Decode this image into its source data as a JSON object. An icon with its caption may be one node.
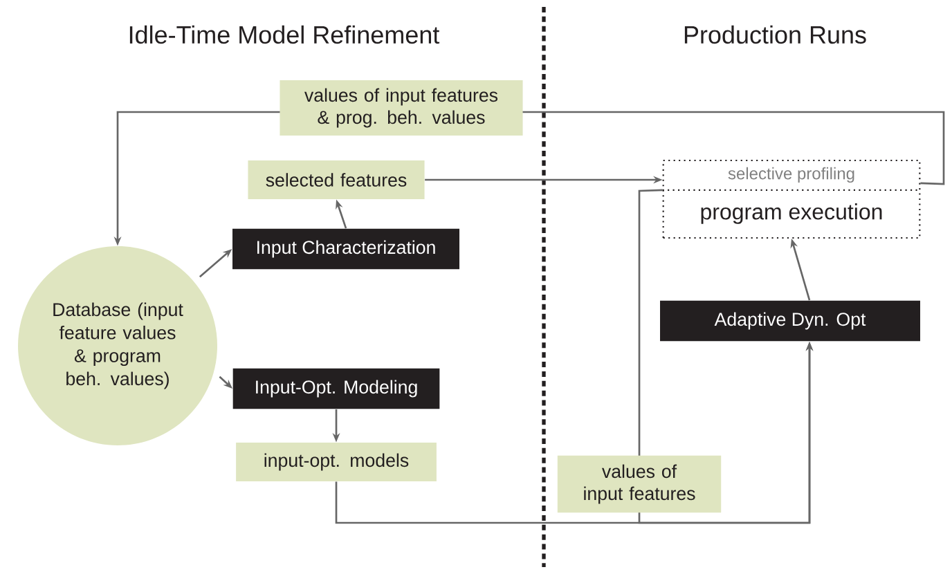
{
  "diagram": {
    "nodes": [
      {
        "text": [
          "selected features"
        ]
      },
      {
        "text": [
          "Input Characterization"
        ]
      },
      {
        "text": [
          "Database (input feature values & program beh. values)"
        ]
      },
      {
        "text": [
          "Input-Opt. Modeling"
        ]
      },
      {
        "text": [
          "input-opt. models"
        ]
      },
      {
        "text": [
          "selective profiling",
          "program execution"
        ]
      },
      {
        "text": [
          "Adaptive Dyn. Opt"
        ]
      }
    ],
    "edges": [
      {
        "from": 5,
        "to": 2,
        "arrow": "to",
        "label": "values of input features & prog. beh. values"
      },
      {
        "from": 0,
        "to": 5,
        "arrow": "to"
      },
      {
        "from": 1,
        "to": 0,
        "arrow": "to"
      },
      {
        "from": 2,
        "to": 1,
        "arrow": "to"
      },
      {
        "from": 2,
        "to": 3,
        "arrow": "to"
      },
      {
        "from": 3,
        "to": 4,
        "arrow": "to"
      },
      {
        "from": 4,
        "to": 6,
        "arrow": "to"
      },
      {
        "from": 5,
        "to": 6,
        "arrow": "to",
        "label": "values of input features"
      },
      {
        "from": 6,
        "to": 5,
        "arrow": "to"
      }
    ],
    "labels": [
      "Idle-Time Model Refinement",
      "Production Runs"
    ]
  }
}
